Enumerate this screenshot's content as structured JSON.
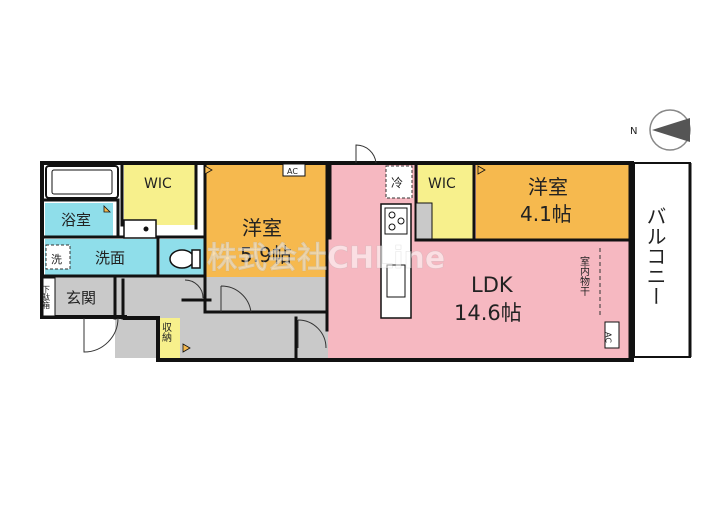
{
  "rooms": {
    "bath": "浴室",
    "washroom": "洗面",
    "washer": "洗",
    "entrance": "玄関",
    "shoe_box": "下駄箱",
    "wic_left": "WIC",
    "wic_right": "WIC",
    "western_left": {
      "name": "洋室",
      "size": "5.9帖"
    },
    "western_right": {
      "name": "洋室",
      "size": "4.1帖"
    },
    "ldk": {
      "name": "LDK",
      "size": "14.6帖"
    },
    "storage": "収納",
    "fridge": "冷",
    "indoor_drying": "室内物干",
    "balcony": "バルコニー"
  },
  "ac_labels": {
    "western_left": "AC",
    "ldk": "AC"
  },
  "compass": {
    "north": "N"
  },
  "watermark": "株式会社CHLine",
  "colors": {
    "yellow": "#f7f08c",
    "orange": "#f6b94e",
    "pink": "#f6b8c1",
    "cyan": "#8fdeea",
    "gray": "#c9c9c9",
    "wall": "#111111"
  }
}
